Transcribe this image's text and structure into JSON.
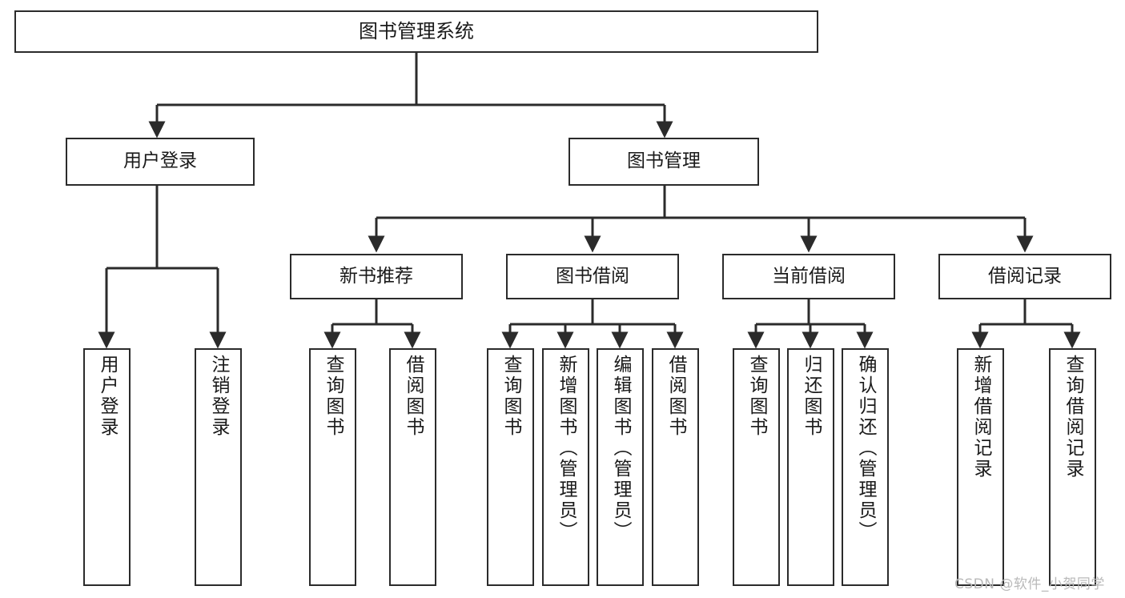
{
  "diagram": {
    "type": "tree-hierarchy",
    "title": "图书管理系统",
    "watermark": "CSDN @软件_小贺同学",
    "colors": {
      "box_border": "#2b2b2b",
      "box_fill": "#ffffff",
      "edge": "#2b2b2b",
      "text": "#1a1a1a",
      "watermark": "#b9b9b9",
      "background": "#ffffff"
    },
    "levels": {
      "root": {
        "label": "图书管理系统"
      },
      "level2": [
        {
          "label": "用户登录"
        },
        {
          "label": "图书管理"
        }
      ],
      "level3": [
        {
          "label": "新书推荐"
        },
        {
          "label": "图书借阅"
        },
        {
          "label": "当前借阅"
        },
        {
          "label": "借阅记录"
        }
      ],
      "leaves_user_login": [
        {
          "label": "用户登录"
        },
        {
          "label": "注销登录"
        }
      ],
      "leaves_new_book": [
        {
          "label": "查询图书"
        },
        {
          "label": "借阅图书"
        }
      ],
      "leaves_borrow": [
        {
          "label": "查询图书"
        },
        {
          "label": "新增图书（管理员）"
        },
        {
          "label": "编辑图书（管理员）"
        },
        {
          "label": "借阅图书"
        }
      ],
      "leaves_current": [
        {
          "label": "查询图书"
        },
        {
          "label": "归还图书"
        },
        {
          "label": "确认归还（管理员）"
        }
      ],
      "leaves_records": [
        {
          "label": "新增借阅记录"
        },
        {
          "label": "查询借阅记录"
        }
      ]
    }
  }
}
